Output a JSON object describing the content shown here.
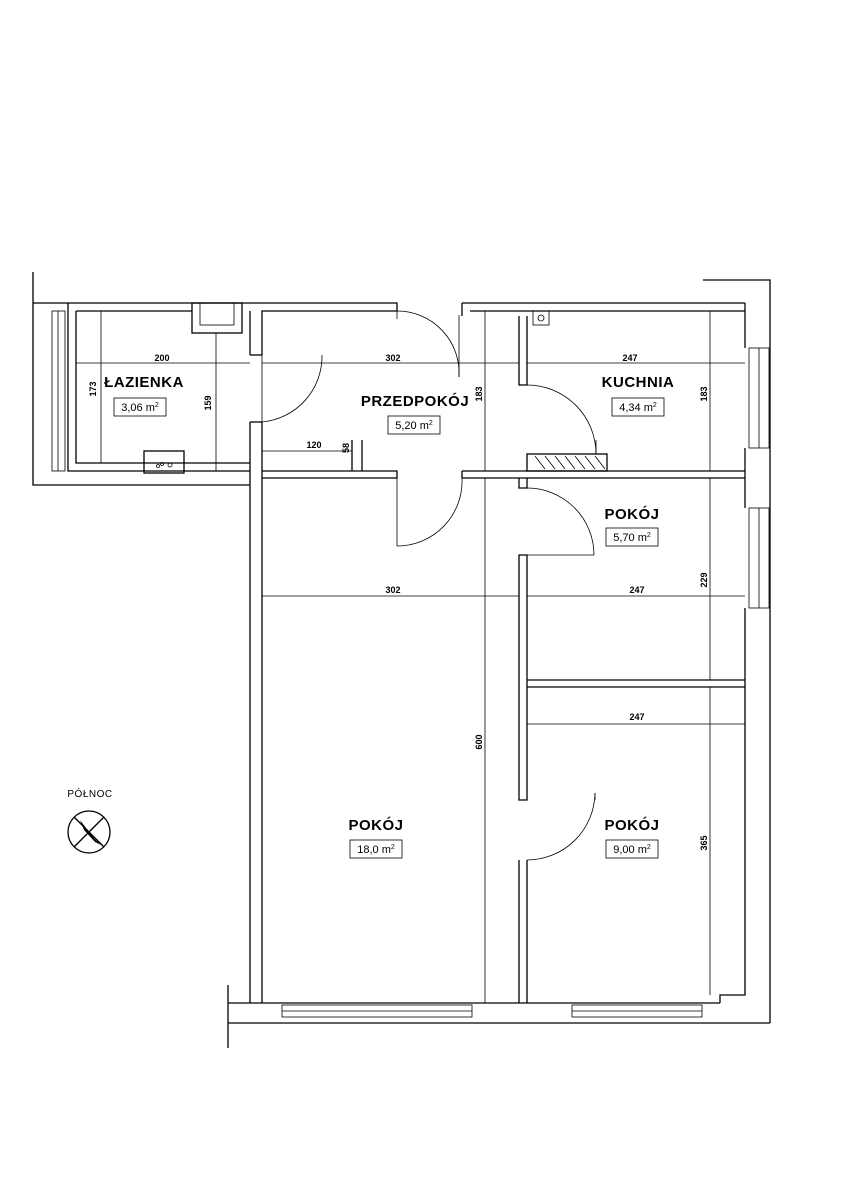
{
  "rooms": [
    {
      "id": "lazienka",
      "name": "ŁAZIENKA",
      "area_value": "3,06",
      "area_unit": "m",
      "area_exp": "2"
    },
    {
      "id": "przedpokoj",
      "name": "PRZEDPOKÓJ",
      "area_value": "5,20",
      "area_unit": "m",
      "area_exp": "2"
    },
    {
      "id": "kuchnia",
      "name": "KUCHNIA",
      "area_value": "4,34",
      "area_unit": "m",
      "area_exp": "2"
    },
    {
      "id": "pokoj-small",
      "name": "POKÓJ",
      "area_value": "5,70",
      "area_unit": "m",
      "area_exp": "2"
    },
    {
      "id": "pokoj-large",
      "name": "POKÓJ",
      "area_value": "18,0",
      "area_unit": "m",
      "area_exp": "2"
    },
    {
      "id": "pokoj-right",
      "name": "POKÓJ",
      "area_value": "9,00",
      "area_unit": "m",
      "area_exp": "2"
    }
  ],
  "dimensions": [
    {
      "id": "lazienka-width",
      "value": "200"
    },
    {
      "id": "lazienka-height",
      "value": "173"
    },
    {
      "id": "lazienka-height-inner",
      "value": "159"
    },
    {
      "id": "hall-width",
      "value": "302"
    },
    {
      "id": "hall-height",
      "value": "183"
    },
    {
      "id": "hall-niche-width",
      "value": "120"
    },
    {
      "id": "hall-niche-height",
      "value": "58"
    },
    {
      "id": "kitchen-width",
      "value": "247"
    },
    {
      "id": "kitchen-height",
      "value": "183"
    },
    {
      "id": "large-room-width",
      "value": "302"
    },
    {
      "id": "large-room-height",
      "value": "600"
    },
    {
      "id": "small-room-width",
      "value": "247"
    },
    {
      "id": "small-room-height",
      "value": "229"
    },
    {
      "id": "right-room-width",
      "value": "247"
    },
    {
      "id": "right-room-height",
      "value": "365"
    }
  ],
  "north": {
    "label": "PÓŁNOC"
  }
}
